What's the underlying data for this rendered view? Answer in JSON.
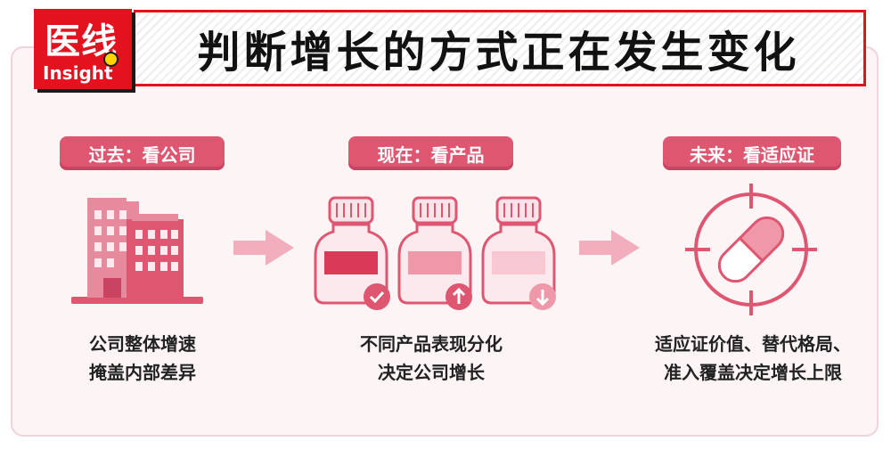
{
  "logo": {
    "cn": "医线",
    "en": "Insight"
  },
  "title": "判断增长的方式正在发生变化",
  "columns": [
    {
      "tag": "过去：看公司",
      "caption": [
        "公司整体增速",
        "掩盖内部差异"
      ]
    },
    {
      "tag": "现在：看产品",
      "caption": [
        "不同产品表现分化",
        "决定公司增长"
      ]
    },
    {
      "tag": "未来：看适应证",
      "caption": [
        "适应证价值、替代格局、",
        "准入覆盖决定增长上限"
      ]
    }
  ],
  "colors": {
    "accent": "#df5671",
    "brand_red": "#e4111f",
    "panel_bg": "#fdf4f6"
  },
  "icons": [
    "building-icon",
    "arrow-right-icon",
    "pill-bottle-icon",
    "check-icon",
    "arrow-up-icon",
    "arrow-down-icon",
    "target-icon",
    "capsule-icon"
  ]
}
